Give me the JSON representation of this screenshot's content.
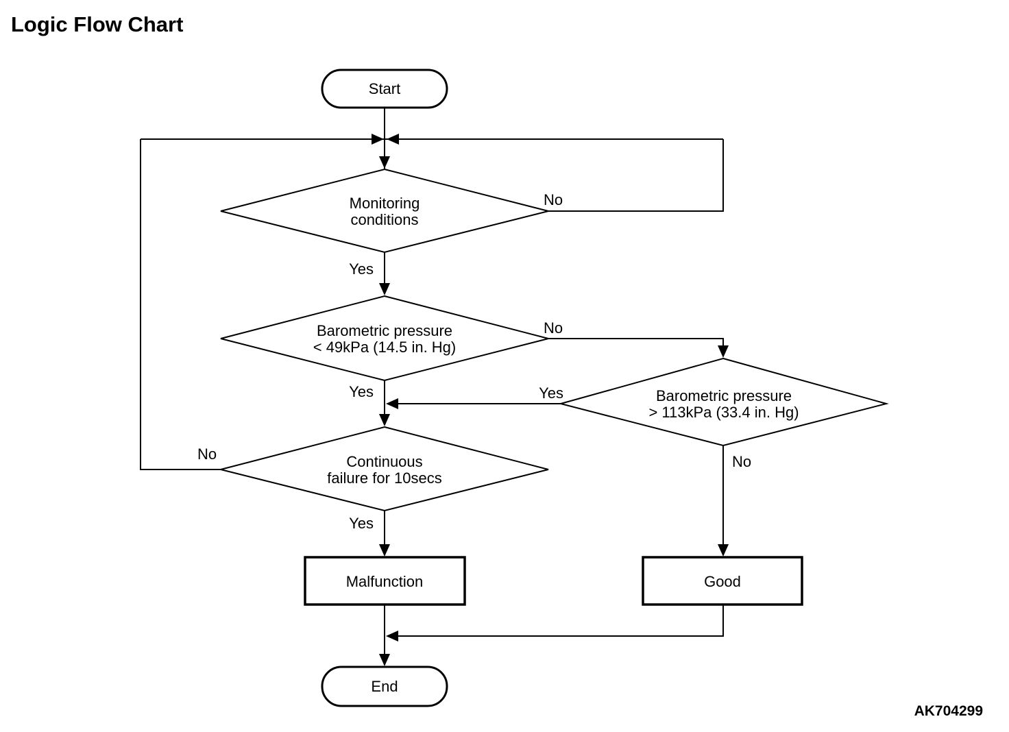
{
  "title": "Logic Flow Chart",
  "figure_code": "AK704299",
  "colors": {
    "ink": "#000000",
    "background": "#ffffff"
  },
  "flowchart": {
    "nodes": {
      "start": {
        "type": "terminator",
        "label": "Start"
      },
      "monitoring": {
        "type": "decision",
        "line1": "Monitoring",
        "line2": "conditions"
      },
      "baro_low": {
        "type": "decision",
        "line1": "Barometric pressure",
        "line2": "< 49kPa (14.5 in. Hg)"
      },
      "baro_high": {
        "type": "decision",
        "line1": "Barometric pressure",
        "line2": "> 113kPa (33.4 in. Hg)"
      },
      "failure_timer": {
        "type": "decision",
        "line1": "Continuous",
        "line2": "failure for 10secs"
      },
      "malfunction": {
        "type": "process",
        "label": "Malfunction"
      },
      "good": {
        "type": "process",
        "label": "Good"
      },
      "end": {
        "type": "terminator",
        "label": "End"
      }
    },
    "edge_labels": {
      "monitoring_no": "No",
      "monitoring_yes": "Yes",
      "baro_low_no": "No",
      "baro_low_yes": "Yes",
      "baro_high_yes": "Yes",
      "baro_high_no": "No",
      "failure_no": "No",
      "failure_yes": "Yes"
    }
  }
}
